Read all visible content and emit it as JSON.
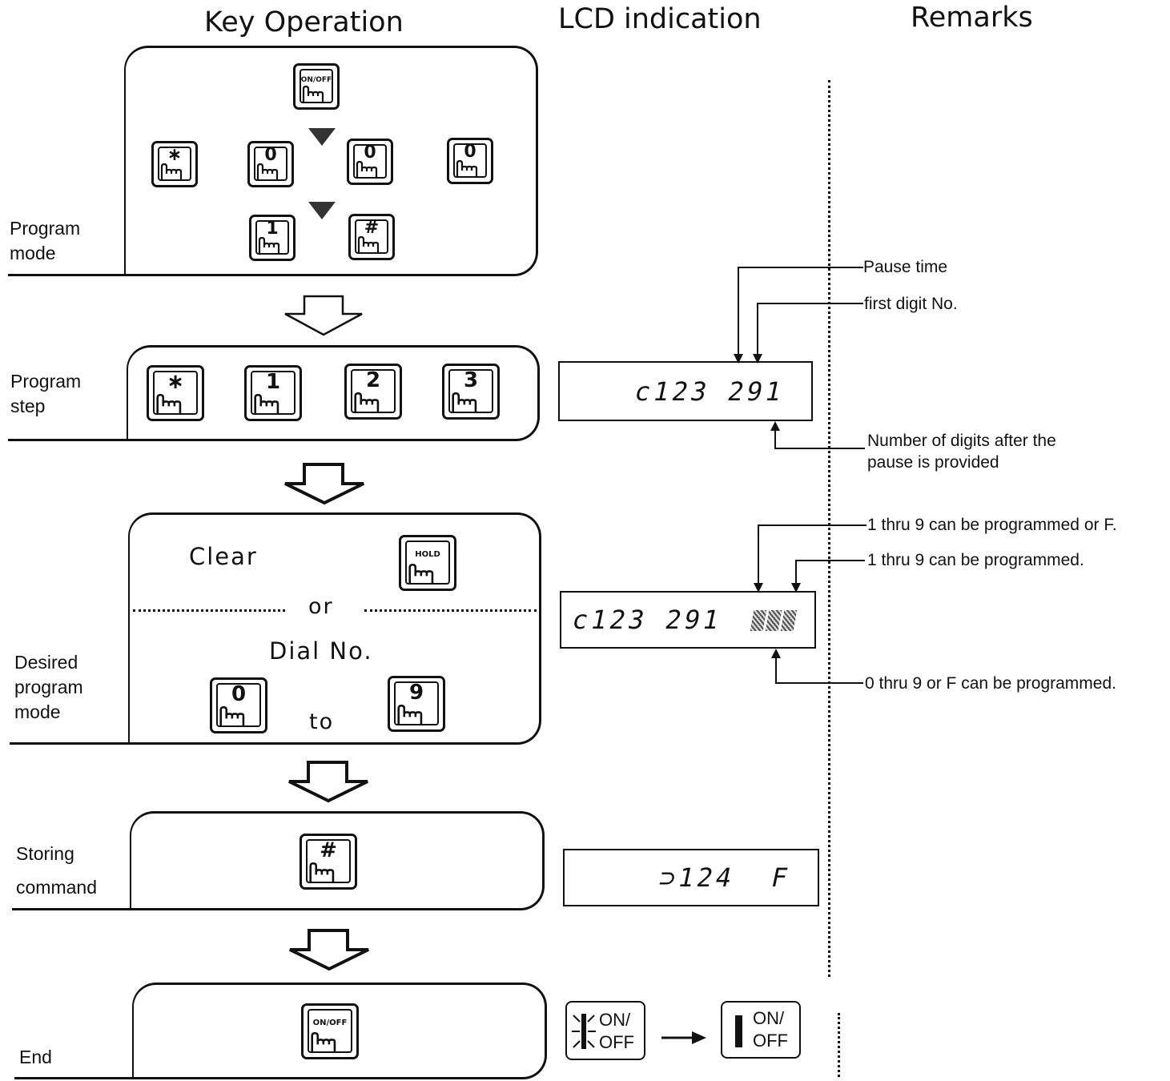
{
  "headers": {
    "key_operation": "Key Operation",
    "lcd_indication": "LCD  indication",
    "remarks": "Remarks"
  },
  "steps": {
    "program_mode": {
      "label_line1": "Program",
      "label_line2": "mode"
    },
    "program_step": {
      "label_line1": "Program",
      "label_line2": "step"
    },
    "desired_program_mode": {
      "label_line1": "Desired",
      "label_line2": "program",
      "label_line3": "mode",
      "clear_text": "Clear",
      "or_text": "or",
      "dial_text": "Dial No.",
      "to_text": "to"
    },
    "storing_command": {
      "label_line1": "Storing",
      "label_line2": "command"
    },
    "end": {
      "label": "End"
    }
  },
  "keys": {
    "onoff": "ON/OFF",
    "star": "∗",
    "zero": "0",
    "one": "1",
    "two": "2",
    "three": "3",
    "nine": "9",
    "hash": "#",
    "hold": "HOLD"
  },
  "lcd": {
    "display1": "c123 291",
    "display2": "c123 291",
    "display3": "⊃124  F",
    "onoff_before_line1": "ON/",
    "onoff_before_line2": "OFF",
    "onoff_after_line1": "ON/",
    "onoff_after_line2": "OFF"
  },
  "remarks": {
    "pause_time": "Pause time",
    "first_digit": "first digit No.",
    "digits_after_line1": "Number of digits after the",
    "digits_after_line2": "pause is provided",
    "one_thru_nine_or_f": "1 thru 9 can be programmed or F.",
    "one_thru_nine": "1 thru 9 can be programmed.",
    "zero_thru_nine_or_f": "0 thru 9 or F can be programmed."
  }
}
